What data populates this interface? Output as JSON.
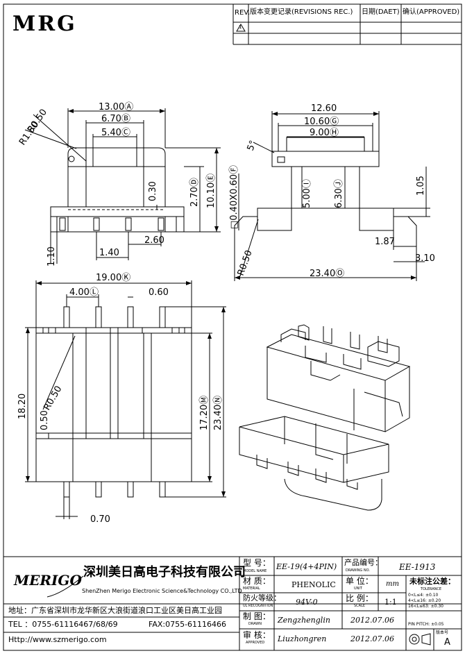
{
  "header": {
    "logo": "MRG",
    "rev_label": "REV.",
    "rev_desc": "版本变更记录(REVISIONS REC.)",
    "date_label": "日期(DAET)",
    "approve_label": "确认(APPROVED)",
    "rev_symbol": "1"
  },
  "dims": {
    "a": "13.00Ⓐ",
    "b": "6.70Ⓑ",
    "c": "5.40Ⓒ",
    "r050": "R0.50",
    "r150": "R1.50",
    "d030": "0.30",
    "d": "2.70Ⓓ",
    "e": "10.10Ⓔ",
    "d110": "1.10",
    "d140": "1.40",
    "d260": "2.60",
    "s1260": "12.60",
    "g": "10.60Ⓖ",
    "h": "9.00Ⓗ",
    "deg": "5°",
    "f": "□0.40X0.60Ⓕ",
    "i": "5.00Ⓘ",
    "j": "6.30Ⓙ",
    "s105": "1.05",
    "s187": "1.87",
    "s310": "3.10",
    "sr050": "R0.50",
    "o": "23.40Ⓞ",
    "k": "19.00Ⓚ",
    "l": "4.00Ⓛ",
    "b060": "0.60",
    "b1820": "18.20",
    "br050": "R0.50",
    "b050": "0.50",
    "m": "17.20Ⓜ",
    "n": "23.40Ⓝ",
    "b070": "0.70"
  },
  "titleblock": {
    "logo": "MERIGO",
    "company_cn": "深圳美日高电子科技有限公司",
    "company_en": "ShenZhen Merigo Electronic Science&Technology CO.,LTD",
    "address": "地址：广东省深圳市龙华新区大浪街道浪口工业区美日高工业园",
    "tel": "TEL ：0755-61116467/68/69",
    "fax": "FAX:0755-61116466",
    "web": "Http://www.szmerigo.com",
    "model_cn": "型  号：",
    "model_en": "MODEL NAME",
    "model_val": "EE-19(4+4PIN)",
    "drawing_cn": "产品编号：",
    "drawing_en": "DRAWING NO.",
    "drawing_val": "EE-1913",
    "material_cn": "材  质：",
    "material_en": "MATERIAL",
    "material_val": "PHENOLIC",
    "unit_cn": "单  位：",
    "unit_en": "UNIT",
    "unit_val": "mm",
    "fire_cn": "防火等级：",
    "fire_en": "UL RECOGNITION",
    "fire_val": "94V-0",
    "scale_cn": "比  例：",
    "scale_en": "SCALE",
    "scale_val": "1:1",
    "drawn_cn": "制  图：",
    "drawn_en": "DRAWN",
    "drawn_val": "Zengzhenglin",
    "drawn_date": "2012.07.06",
    "approved_cn": "审  核：",
    "approved_en": "APPROVED",
    "approved_val": "Liuzhongren",
    "approved_date": "2012.07.06",
    "tol_cn": "未标注公差：",
    "tol_en": "TOLERANCE",
    "tol_rows": [
      "0<L≤4:  ±0.10",
      "4<L≤16: ±0.20",
      "16<L≤63: ±0.30",
      "PIN PITCH: ±0.05"
    ],
    "version_label": "版本号",
    "version_val": "A"
  }
}
